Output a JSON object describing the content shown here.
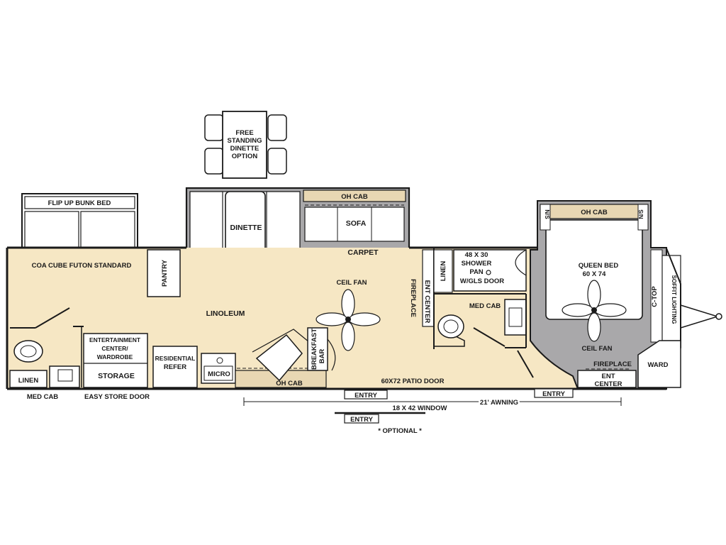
{
  "colors": {
    "floor": "#f6e7c4",
    "carpet": "#a9a8aa",
    "wall": "#1a1a1a",
    "white": "#ffffff",
    "tan": "#e8d7b3"
  },
  "labels": {
    "free_standing_1": "FREE",
    "free_standing_2": "STANDING",
    "free_standing_3": "DINETTE",
    "free_standing_4": "OPTION",
    "flip_up_bunk": "FLIP UP BUNK BED",
    "coa_cube": "COA CUBE FUTON STANDARD",
    "dinette": "DINETTE",
    "oh_cab_top": "OH CAB",
    "sofa": "SOFA",
    "carpet": "CARPET",
    "pantry": "PANTRY",
    "linoleum": "LINOLEUM",
    "ceil_fan_main": "CEIL FAN",
    "fireplace_vert": "FIREPLACE",
    "ent_center_vert": "ENT CENTER",
    "linen_vert": "LINEN",
    "shower_1": "48 X 30",
    "shower_2": "SHOWER",
    "shower_3": "PAN",
    "shower_4": "W/GLS DOOR",
    "oh_cab_bed": "OH CAB",
    "ns_left": "N/S",
    "ns_right": "N/S",
    "queen_1": "QUEEN BED",
    "queen_2": "60 X 74",
    "c_top": "C-TOP",
    "soffit_lighting": "SOFFIT LIGHTING",
    "ceil_fan_bed": "CEIL FAN",
    "med_cab_bath": "MED CAB",
    "ent_wardrobe_1": "ENTERTAINMENT",
    "ent_wardrobe_2": "CENTER/",
    "ent_wardrobe_3": "WARDROBE",
    "storage": "STORAGE",
    "residential_1": "RESIDENTIAL",
    "residential_2": "REFER",
    "micro": "MICRO",
    "oh_cab_kitchen": "OH CAB",
    "breakfast_1": "BREAKFAST",
    "breakfast_2": "BAR",
    "patio_door": "60X72 PATIO DOOR",
    "linen_left": "LINEN",
    "med_cab_left": "MED CAB",
    "easy_store": "EASY STORE DOOR",
    "entry_main": "ENTRY",
    "entry_bed": "ENTRY",
    "fireplace_bed": "FIREPLACE",
    "ent_center_bed_1": "ENT",
    "ent_center_bed_2": "CENTER",
    "ward": "WARD",
    "awning": "21' AWNING",
    "window": "18 X 42 WINDOW",
    "entry_optional": "ENTRY",
    "optional": "* OPTIONAL *"
  }
}
